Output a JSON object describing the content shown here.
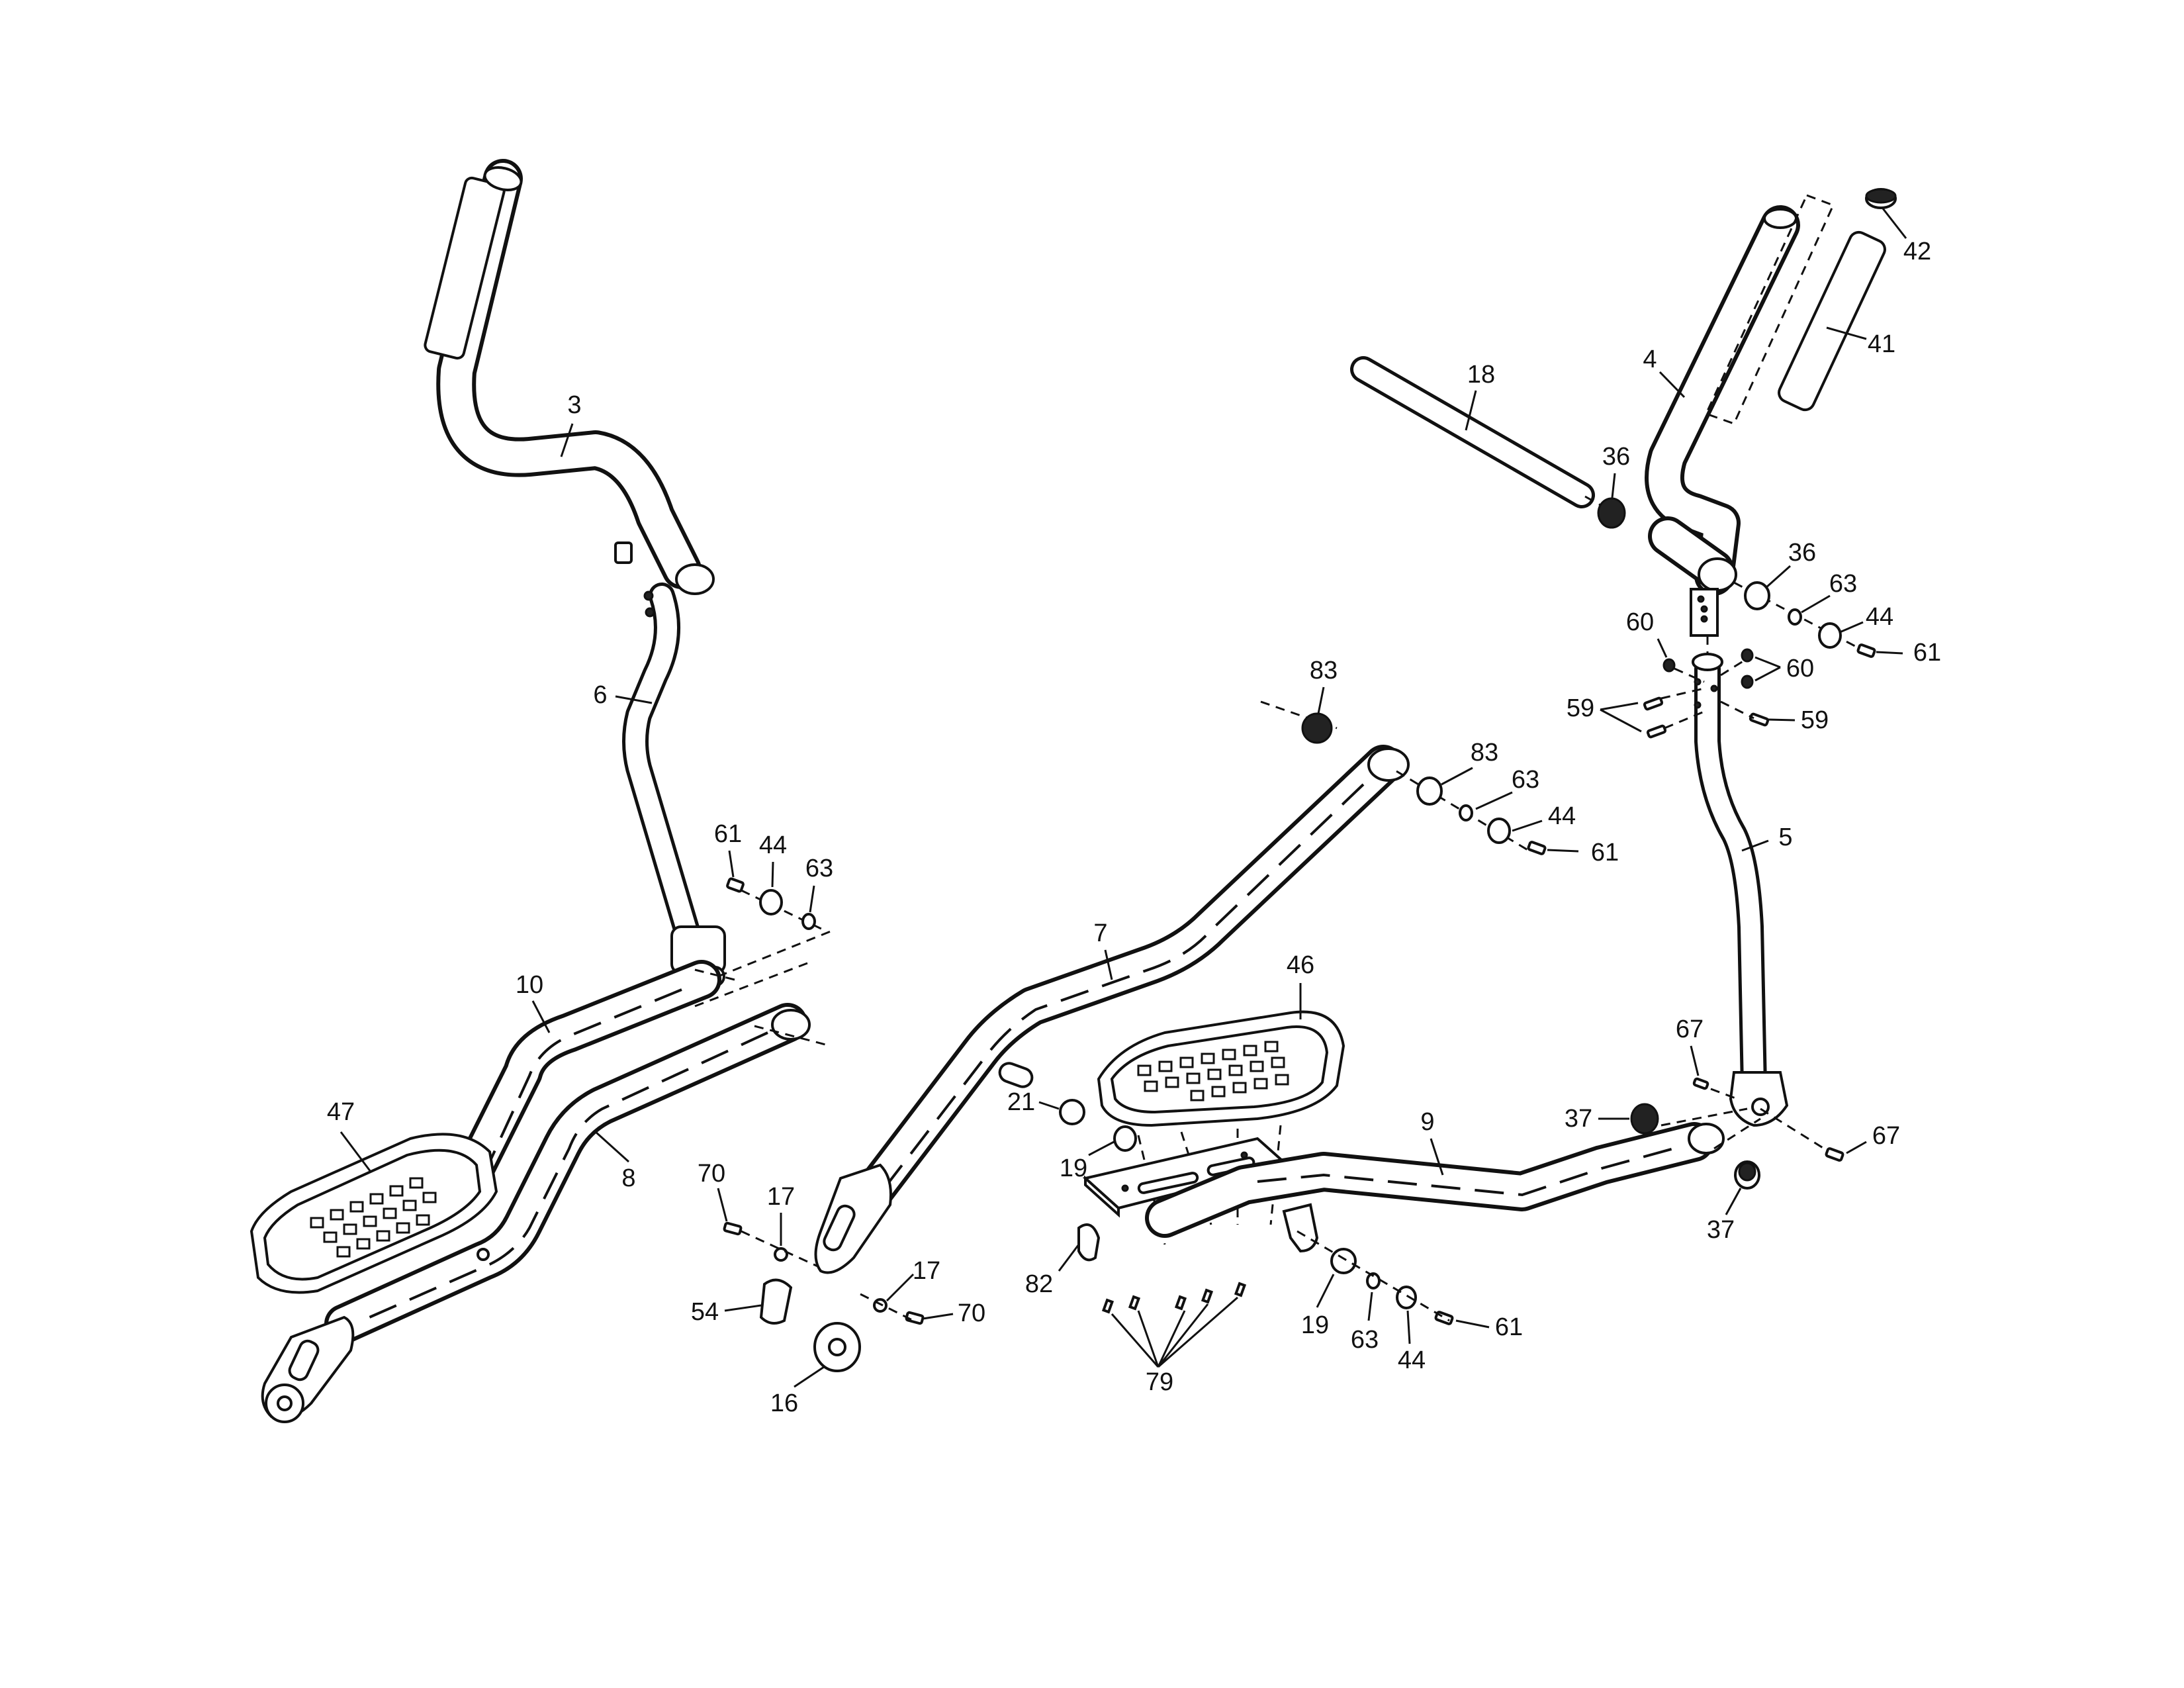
{
  "diagram": {
    "type": "exploded-parts-diagram",
    "callouts": [
      {
        "id": "c3",
        "text": "3"
      },
      {
        "id": "c6",
        "text": "6"
      },
      {
        "id": "c10",
        "text": "10"
      },
      {
        "id": "c8",
        "text": "8"
      },
      {
        "id": "c47",
        "text": "47"
      },
      {
        "id": "c61a",
        "text": "61"
      },
      {
        "id": "c44a",
        "text": "44"
      },
      {
        "id": "c63a",
        "text": "63"
      },
      {
        "id": "c70a",
        "text": "70"
      },
      {
        "id": "c17a",
        "text": "17"
      },
      {
        "id": "c17b",
        "text": "17"
      },
      {
        "id": "c70b",
        "text": "70"
      },
      {
        "id": "c54",
        "text": "54"
      },
      {
        "id": "c16",
        "text": "16"
      },
      {
        "id": "c7",
        "text": "7"
      },
      {
        "id": "c83a",
        "text": "83"
      },
      {
        "id": "c83b",
        "text": "83"
      },
      {
        "id": "c63b",
        "text": "63"
      },
      {
        "id": "c44b",
        "text": "44"
      },
      {
        "id": "c61b",
        "text": "61"
      },
      {
        "id": "c46",
        "text": "46"
      },
      {
        "id": "c21",
        "text": "21"
      },
      {
        "id": "c19a",
        "text": "19"
      },
      {
        "id": "c82",
        "text": "82"
      },
      {
        "id": "c79",
        "text": "79"
      },
      {
        "id": "c19b",
        "text": "19"
      },
      {
        "id": "c63c",
        "text": "63"
      },
      {
        "id": "c44c",
        "text": "44"
      },
      {
        "id": "c61c",
        "text": "61"
      },
      {
        "id": "c9",
        "text": "9"
      },
      {
        "id": "c18",
        "text": "18"
      },
      {
        "id": "c36a",
        "text": "36"
      },
      {
        "id": "c4",
        "text": "4"
      },
      {
        "id": "c41",
        "text": "41"
      },
      {
        "id": "c42",
        "text": "42"
      },
      {
        "id": "c36b",
        "text": "36"
      },
      {
        "id": "c63d",
        "text": "63"
      },
      {
        "id": "c44d",
        "text": "44"
      },
      {
        "id": "c61d",
        "text": "61"
      },
      {
        "id": "c60a",
        "text": "60"
      },
      {
        "id": "c60b",
        "text": "60"
      },
      {
        "id": "c59a",
        "text": "59"
      },
      {
        "id": "c59b",
        "text": "59"
      },
      {
        "id": "c5",
        "text": "5"
      },
      {
        "id": "c67a",
        "text": "67"
      },
      {
        "id": "c67b",
        "text": "67"
      },
      {
        "id": "c37a",
        "text": "37"
      },
      {
        "id": "c37b",
        "text": "37"
      }
    ]
  }
}
